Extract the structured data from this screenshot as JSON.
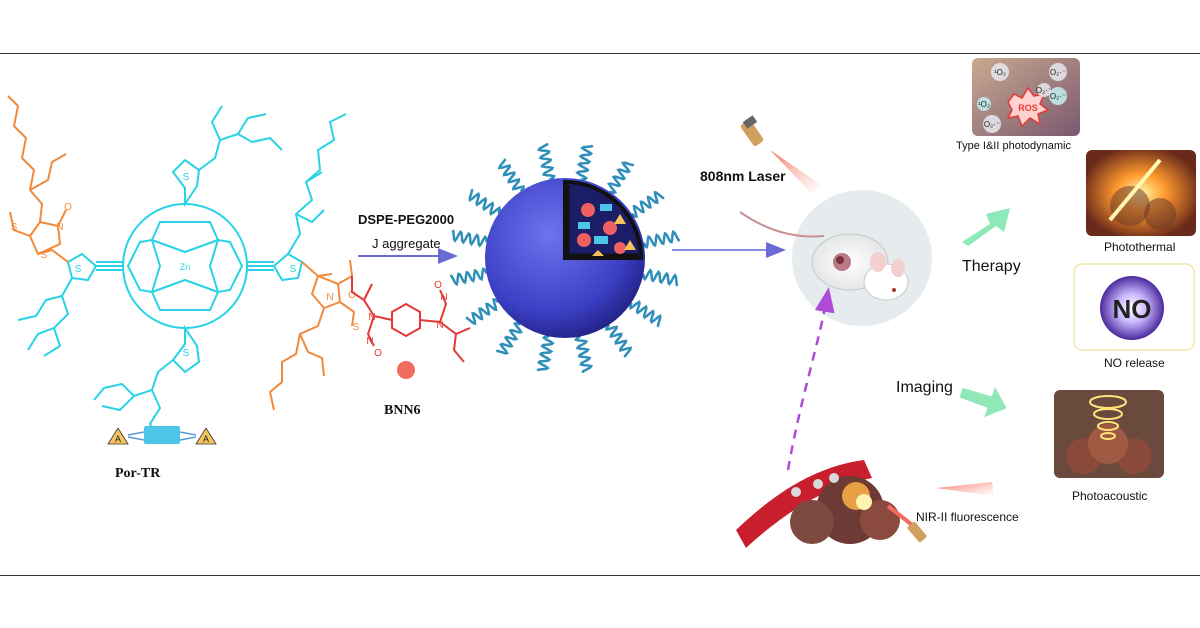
{
  "molecule": {
    "name": "Por-TR",
    "atom_labels": {
      "sulfur": "S",
      "oxygen": "O",
      "nitrogen": "N",
      "zinc": "Zn",
      "acceptor": "A"
    }
  },
  "process": {
    "reagent": "DSPE-PEG2000",
    "step": "J aggregate"
  },
  "additive": {
    "name": "BNN6"
  },
  "laser": {
    "label": "808nm Laser"
  },
  "paths": {
    "therapy": "Therapy",
    "imaging": "Imaging"
  },
  "outcomes": {
    "pdt": {
      "label": "Type I&II photodynamic",
      "center": "ROS",
      "species": [
        "¹O₂",
        "O₂·⁻",
        "O₂·⁻",
        "O₂·⁻",
        "¹O₂",
        "O₂·⁻"
      ]
    },
    "ptt": {
      "label": "Photothermal"
    },
    "no": {
      "label": "NO release",
      "badge": "NO"
    },
    "pa": {
      "label": "Photoacoustic"
    },
    "fl": {
      "label": "NIR-II fluorescence"
    }
  },
  "colors": {
    "cyan": "#29d3e6",
    "orange": "#f08a3c",
    "red": "#e53935",
    "sphere": "#3b3fc4",
    "arrow": "#6b6bd6",
    "green": "#7fe0a8"
  }
}
